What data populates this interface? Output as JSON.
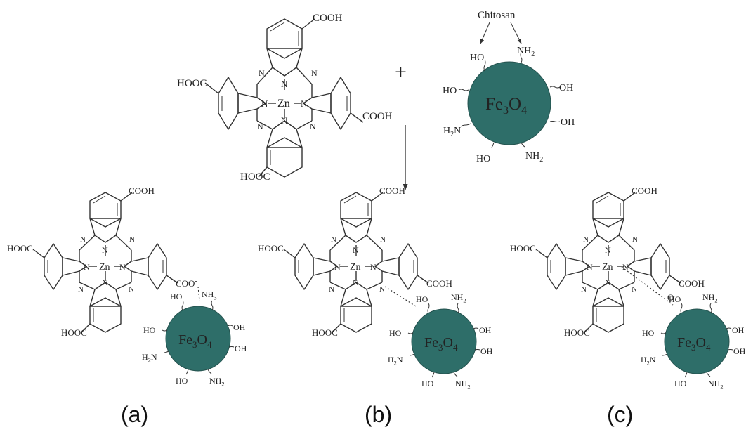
{
  "top": {
    "pc": {
      "cooh_top": "COOH",
      "cooh_left": "HOOC",
      "cooh_right": "COOH",
      "cooh_bottom": "HOOC",
      "metal": "Zn",
      "n": "N"
    },
    "plus": "+",
    "nanoparticle": {
      "label_main": "Fe",
      "sub3": "3",
      "label_o": "O",
      "sub4": "4",
      "chitosan": "Chitosan",
      "oh": "OH",
      "ho": "HO",
      "nh2": "NH",
      "h2n": "H",
      "h2n_tail": "N",
      "two": "2"
    }
  },
  "bottom": {
    "pc": {
      "cooh": "COOH",
      "hooc": "HOOC",
      "coo_minus": "COO",
      "minus": "-",
      "metal": "Zn",
      "n": "N",
      "o": "O"
    },
    "nanoparticle": {
      "label_main": "Fe",
      "sub3": "3",
      "label_o": "O",
      "sub4": "4",
      "oh": "OH",
      "ho": "HO",
      "nh": "NH",
      "h": "H",
      "n": "N",
      "two": "2",
      "three": "3"
    }
  },
  "captions": {
    "a": "(a)",
    "b": "(b)",
    "c": "(c)"
  }
}
